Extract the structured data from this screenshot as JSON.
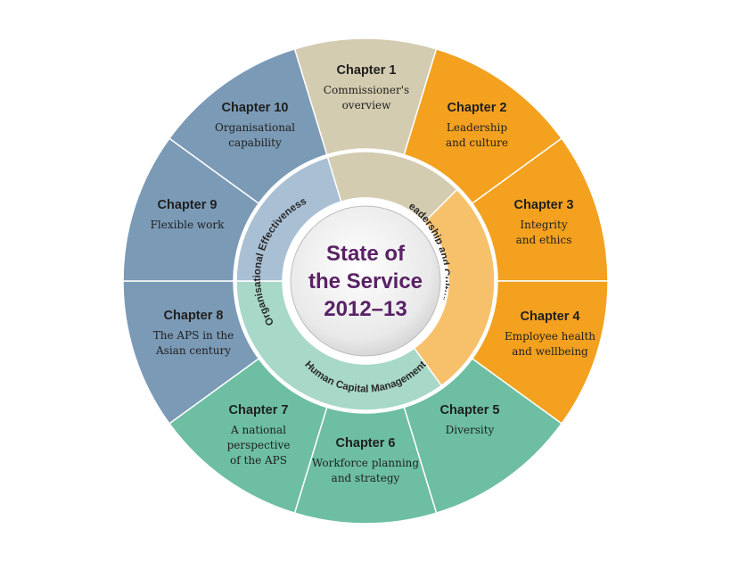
{
  "center": {
    "lines": [
      "State of",
      "the Service",
      "2012–13"
    ]
  },
  "bands": [
    {
      "id": "leadership",
      "label": "Leadership and Culture",
      "color": "#f7c16c"
    },
    {
      "id": "hcm",
      "label": "Human Capital Management",
      "color": "#a8d8c8"
    },
    {
      "id": "orgeff",
      "label": "Organisational Effectiveness",
      "color": "#a9bfd4"
    }
  ],
  "chapters": [
    {
      "title": "Chapter 1",
      "desc": [
        "Commissioner's",
        "overview"
      ],
      "color": "#d4ccb1"
    },
    {
      "title": "Chapter 2",
      "desc": [
        "Leadership",
        "and culture"
      ],
      "color": "#f3a11f"
    },
    {
      "title": "Chapter 3",
      "desc": [
        "Integrity",
        "and ethics"
      ],
      "color": "#f3a11f"
    },
    {
      "title": "Chapter 4",
      "desc": [
        "Employee health",
        "and wellbeing"
      ],
      "color": "#f3a11f"
    },
    {
      "title": "Chapter 5",
      "desc": [
        "Diversity"
      ],
      "color": "#6dbea3"
    },
    {
      "title": "Chapter 6",
      "desc": [
        "Workforce planning",
        "and strategy"
      ],
      "color": "#6dbea3"
    },
    {
      "title": "Chapter 7",
      "desc": [
        "A national",
        "perspective",
        "of the APS"
      ],
      "color": "#6dbea3"
    },
    {
      "title": "Chapter 8",
      "desc": [
        "The APS in the",
        "Asian century"
      ],
      "color": "#7b9ab6"
    },
    {
      "title": "Chapter 9",
      "desc": [
        "Flexible work"
      ],
      "color": "#7b9ab6"
    },
    {
      "title": "Chapter 10",
      "desc": [
        "Organisational",
        "capability"
      ],
      "color": "#7b9ab6"
    }
  ]
}
